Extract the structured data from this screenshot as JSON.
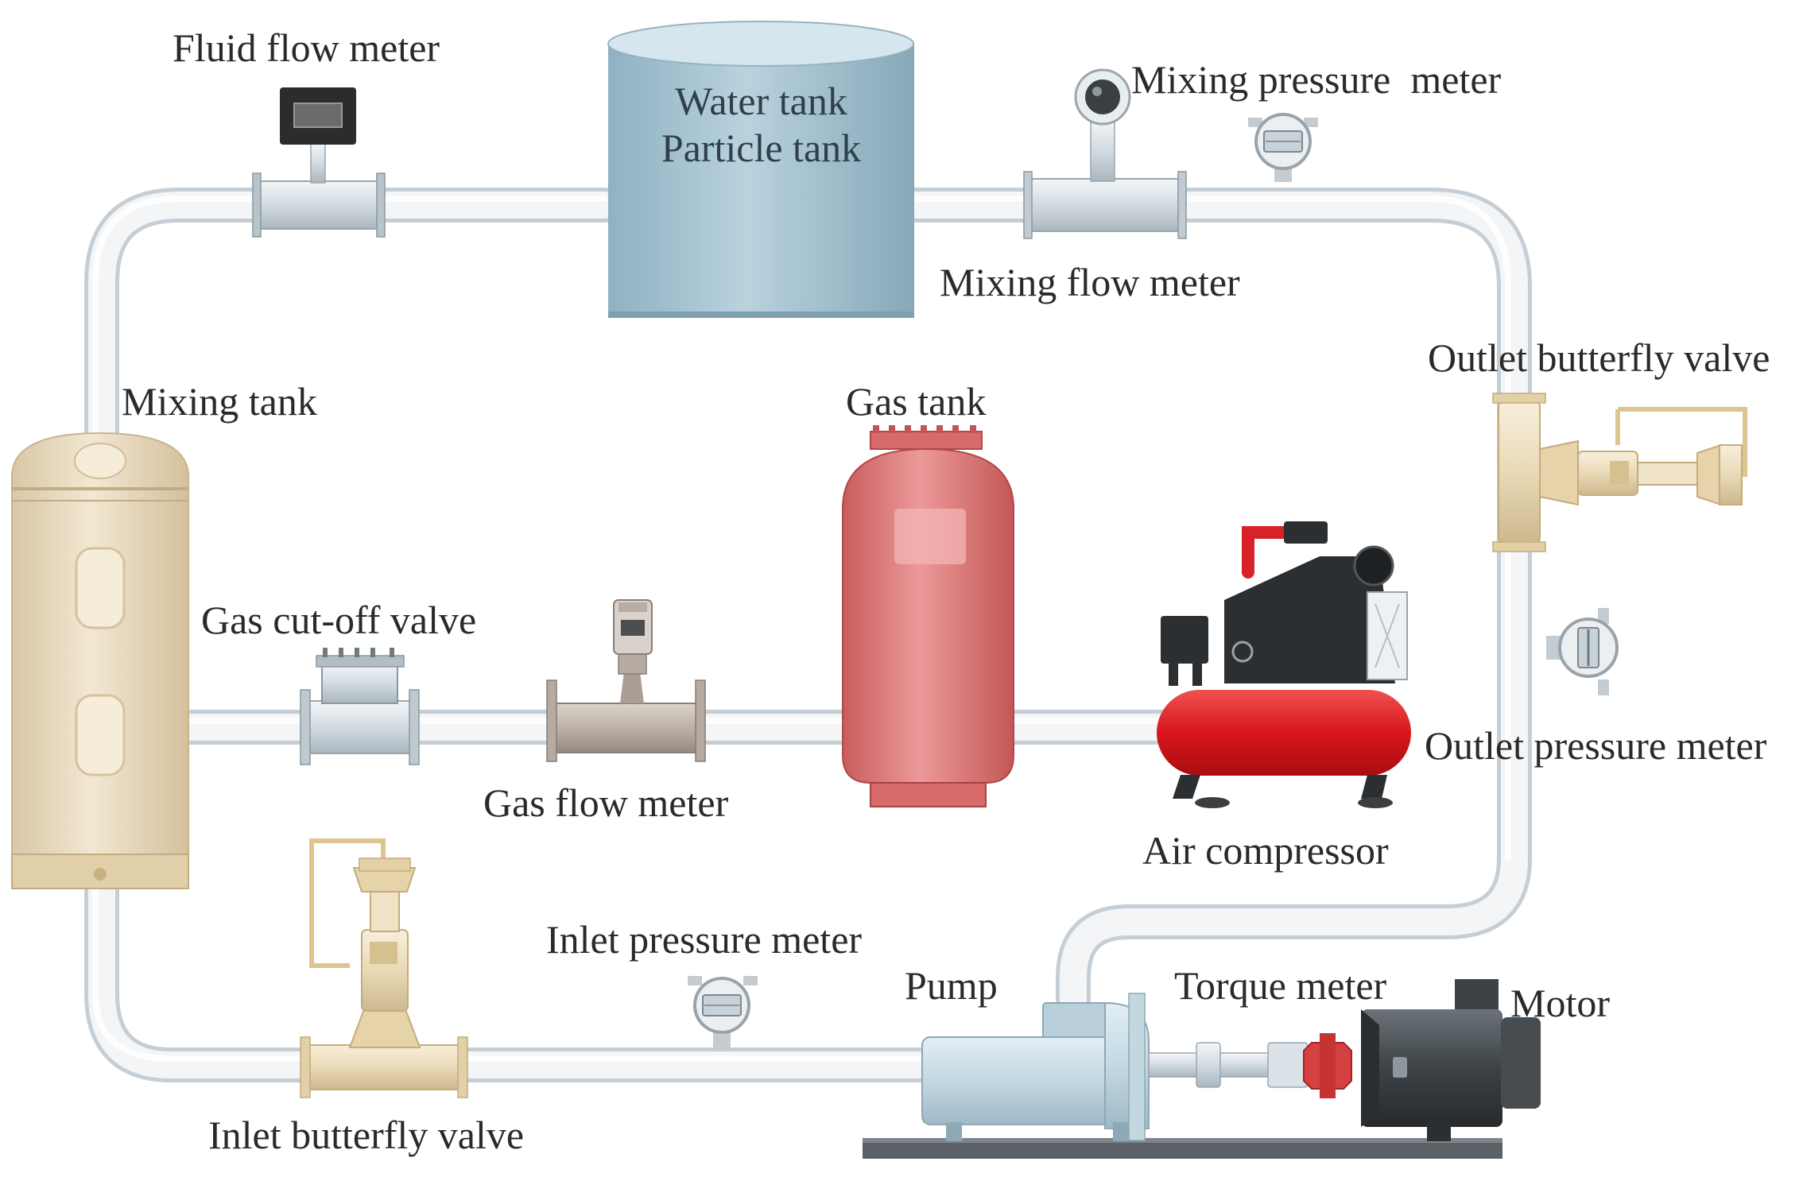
{
  "labels": {
    "fluid_flow_meter": "Fluid flow meter",
    "water_tank": "Water tank",
    "particle_tank": "Particle tank",
    "mixing_pressure_meter": "Mixing pressure  meter",
    "mixing_flow_meter": "Mixing flow meter",
    "mixing_tank": "Mixing tank",
    "gas_tank": "Gas tank",
    "outlet_butterfly_valve": "Outlet butterfly valve",
    "gas_cutoff_valve": "Gas cut-off valve",
    "gas_flow_meter": "Gas flow meter",
    "air_compressor": "Air compressor",
    "outlet_pressure_meter": "Outlet pressure meter",
    "inlet_pressure_meter": "Inlet pressure meter",
    "pump": "Pump",
    "torque_meter": "Torque meter",
    "motor": "Motor",
    "inlet_butterfly_valve": "Inlet butterfly valve"
  },
  "colors": {
    "pipe": "#eef1f4",
    "pipe_edge": "#c9d0d7",
    "water_tank": "#a9c4d1",
    "mixing_tank": "#eadcc4",
    "gas_tank": "#e07c7c",
    "compressor_red": "#e0262b",
    "compressor_dark": "#2b2f31",
    "pump": "#c9dde7",
    "motor": "#4c5257",
    "coupling": "#d64040",
    "valve_cream": "#efe2c4"
  }
}
